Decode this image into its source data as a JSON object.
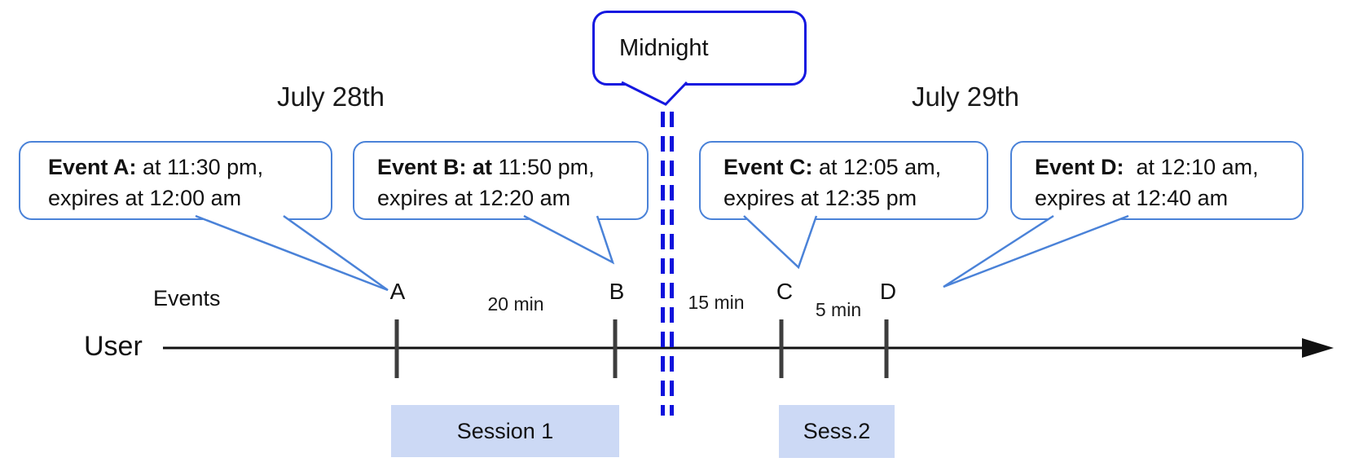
{
  "dates": {
    "left": "July 28th",
    "right": "July 29th"
  },
  "midnight_label": "Midnight",
  "axis": {
    "events_label": "Events",
    "user_label": "User"
  },
  "events": [
    {
      "tick": "A",
      "bold": "Event A:",
      "rest": " at 11:30 pm,",
      "line2": "expires at 12:00 am"
    },
    {
      "tick": "B",
      "bold": "Event B: at",
      "rest": " 11:50 pm,",
      "line2": "expires at 12:20 am"
    },
    {
      "tick": "C",
      "bold": "Event C:",
      "rest": " at 12:05 am,",
      "line2": "expires at 12:35 pm"
    },
    {
      "tick": "D",
      "bold": "Event D:",
      "rest": "  at 12:10 am,",
      "line2": "expires at 12:40 am"
    }
  ],
  "intervals": {
    "ab": "20 min",
    "bc": "15 min",
    "cd": "5 min"
  },
  "sessions": {
    "s1": "Session 1",
    "s2": "Sess.2"
  },
  "colors": {
    "callout_border": "#4a82d8",
    "midnight_border": "#1518e0",
    "midnight_dash": "#0f12dc",
    "session_fill": "#ccd9f5",
    "tick": "#3d3d3d",
    "timeline": "#111111"
  }
}
